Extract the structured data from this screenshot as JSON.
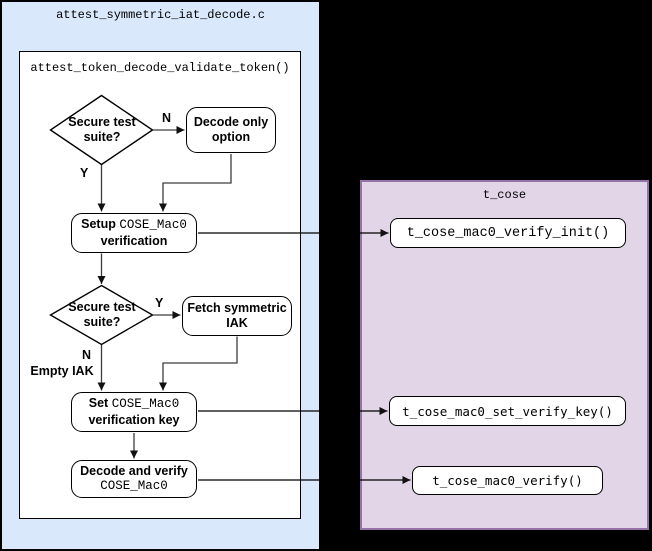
{
  "left_panel": {
    "title": "attest_symmetric_iat_decode.c",
    "fill": "#dae8fc",
    "inner_function": {
      "title": "attest_token_decode_validate_token()"
    }
  },
  "flowchart": {
    "decision1": {
      "label": "Secure test suite?",
      "no_label": "N",
      "yes_label": "Y"
    },
    "decode_only_box": {
      "line1": "Decode only",
      "line2": "option"
    },
    "setup_box": {
      "line1_prefix": "Setup ",
      "line1_code": "COSE_Mac0",
      "line2": "verification"
    },
    "decision2": {
      "label": "Secure test suite?",
      "yes_label": "Y",
      "no_label": "N",
      "no_annotation": "Empty IAK"
    },
    "fetch_box": {
      "line1": "Fetch symmetric",
      "line2": "IAK"
    },
    "set_key_box": {
      "line1_prefix": "Set ",
      "line1_code": "COSE_Mac0",
      "line2": "verification key"
    },
    "decode_verify_box": {
      "line1": "Decode and verify",
      "line2_code": "COSE_Mac0"
    }
  },
  "right_panel": {
    "title": "t_cose",
    "fill": "#e1d5e7",
    "border_color": "#9673a6",
    "functions": [
      {
        "label": "t_cose_mac0_verify_init()"
      },
      {
        "label": "t_cose_mac0_set_verify_key()"
      },
      {
        "label": "t_cose_mac0_verify()"
      }
    ]
  },
  "colors": {
    "canvas_bg": "#000000",
    "node_fill": "#ffffff",
    "node_border": "#000000"
  }
}
